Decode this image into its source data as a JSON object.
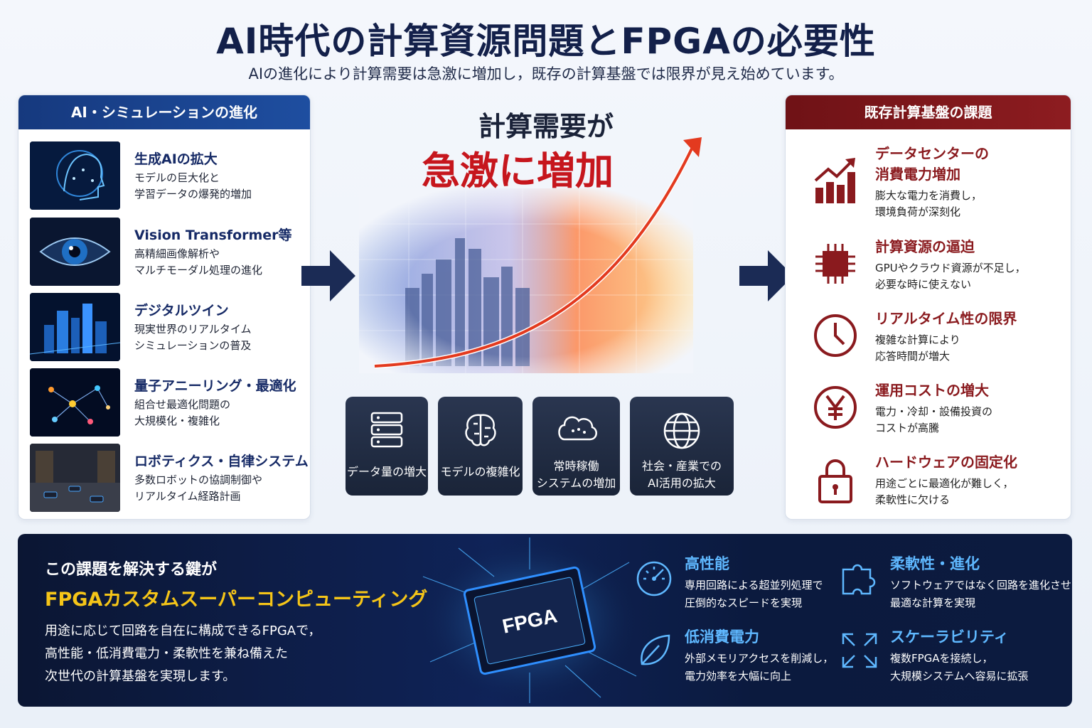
{
  "header": {
    "title": "AI時代の計算資源問題とFPGAの必要性",
    "subtitle": "AIの進化により計算需要は急激に増加し，既存の計算基盤では限界が見え始めています。"
  },
  "left_panel": {
    "heading": "AI・シミュレーションの進化",
    "items": [
      {
        "title": "生成AIの拡大",
        "lines": [
          "モデルの巨大化と",
          "学習データの爆発的増加"
        ]
      },
      {
        "title": "Vision Transformer等",
        "lines": [
          "高精細画像解析や",
          "マルチモーダル処理の進化"
        ]
      },
      {
        "title": "デジタルツイン",
        "lines": [
          "現実世界のリアルタイム",
          "シミュレーションの普及"
        ]
      },
      {
        "title": "量子アニーリング・最適化",
        "lines": [
          "組合せ最適化問題の",
          "大規模化・複雑化"
        ]
      },
      {
        "title": "ロボティクス・自律システム",
        "lines": [
          "多数ロボットの協調制御や",
          "リアルタイム経路計画"
        ]
      }
    ]
  },
  "center": {
    "headline1": "計算需要が",
    "headline2": "急激に増加",
    "tiles": [
      {
        "lines": [
          "データ量の増大"
        ],
        "icon": "server-icon"
      },
      {
        "lines": [
          "モデルの複雑化"
        ],
        "icon": "brain-icon"
      },
      {
        "lines": [
          "常時稼働",
          "システムの増加"
        ],
        "icon": "cloud-icon"
      },
      {
        "lines": [
          "社会・産業での",
          "AI活用の拡大"
        ],
        "icon": "globe-icon"
      }
    ]
  },
  "right_panel": {
    "heading": "既存計算基盤の課題",
    "items": [
      {
        "title_lines": [
          "データセンターの",
          "消費電力増加"
        ],
        "lines": [
          "膨大な電力を消費し，",
          "環境負荷が深刻化"
        ],
        "icon": "bar-growth-icon"
      },
      {
        "title_lines": [
          "計算資源の逼迫"
        ],
        "lines": [
          "GPUやクラウド資源が不足し，",
          "必要な時に使えない"
        ],
        "icon": "chip-icon"
      },
      {
        "title_lines": [
          "リアルタイム性の限界"
        ],
        "lines": [
          "複雑な計算により",
          "応答時間が増大"
        ],
        "icon": "clock-icon"
      },
      {
        "title_lines": [
          "運用コストの増大"
        ],
        "lines": [
          "電力・冷却・設備投資の",
          "コストが高騰"
        ],
        "icon": "yen-icon"
      },
      {
        "title_lines": [
          "ハードウェアの固定化"
        ],
        "lines": [
          "用途ごとに最適化が難しく，",
          "柔軟性に欠ける"
        ],
        "icon": "lock-icon"
      }
    ]
  },
  "bottom": {
    "lead": "この課題を解決する鍵が",
    "highlight": "FPGAカスタムスーパーコンピューティング",
    "body": [
      "用途に応じて回路を自在に構成できるFPGAで，",
      "高性能・低消費電力・柔軟性を兼ね備えた",
      "次世代の計算基盤を実現します。"
    ],
    "chip_label": "FPGA",
    "features": [
      {
        "title": "高性能",
        "lines": [
          "専用回路による超並列処理で",
          "圧倒的なスピードを実現"
        ],
        "icon": "gauge-icon"
      },
      {
        "title": "柔軟性・進化",
        "lines": [
          "ソフトウェアではなく回路を進化させ，",
          "最適な計算を実現"
        ],
        "icon": "puzzle-icon"
      },
      {
        "title": "低消費電力",
        "lines": [
          "外部メモリアクセスを削減し，",
          "電力効率を大幅に向上"
        ],
        "icon": "leaf-icon"
      },
      {
        "title": "スケーラビリティ",
        "lines": [
          "複数FPGAを接続し，",
          "大規模システムへ容易に拡張"
        ],
        "icon": "expand-icon"
      }
    ]
  },
  "colors": {
    "navy": "#13204a",
    "red": "#c6161d",
    "maroon": "#8a1a1e",
    "accent_blue": "#5fb8ff",
    "gold": "#f5c518"
  }
}
